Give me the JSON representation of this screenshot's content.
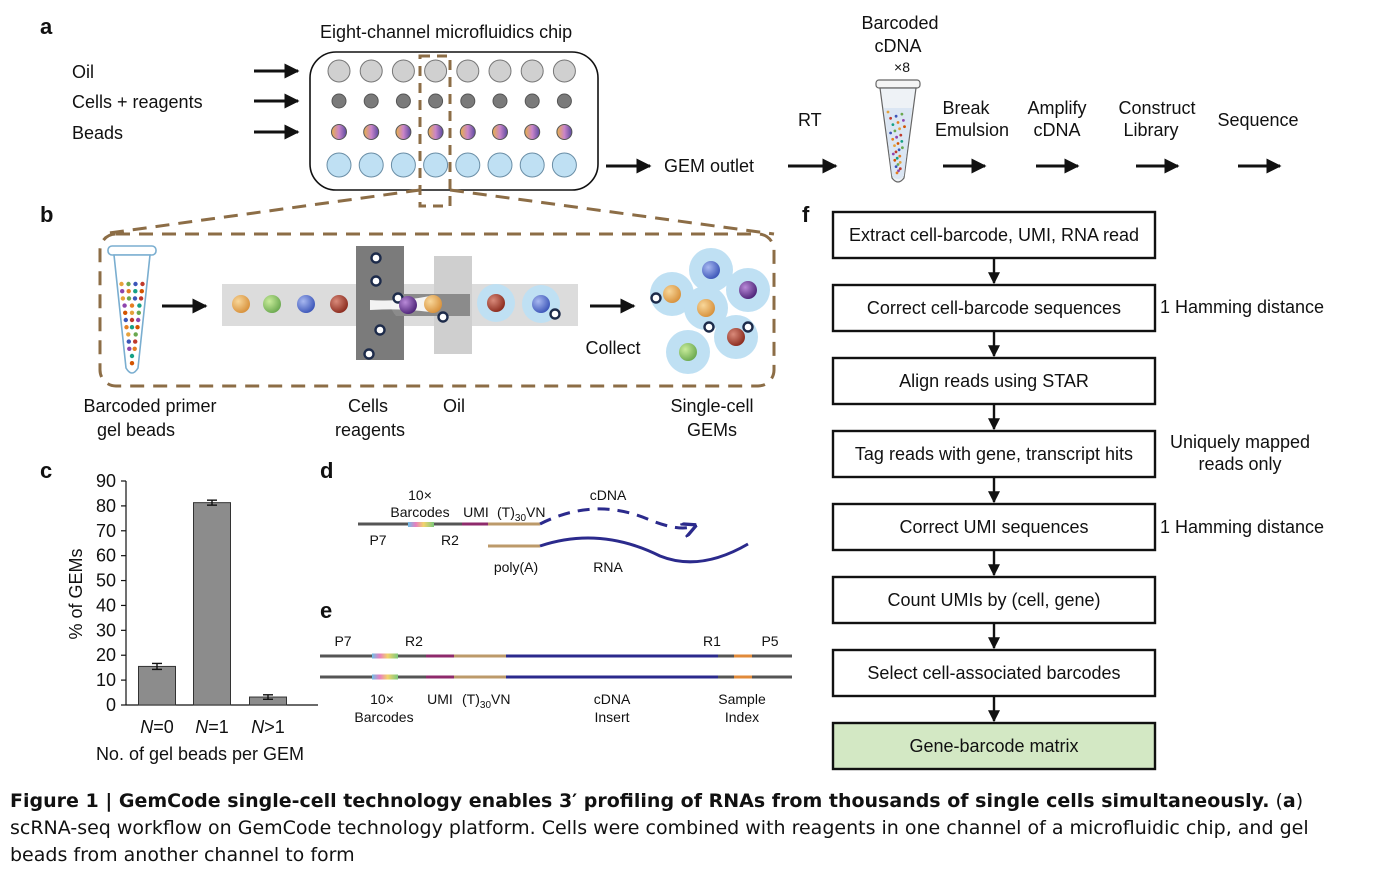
{
  "panels": {
    "a": "a",
    "b": "b",
    "c": "c",
    "d": "d",
    "e": "e",
    "f": "f"
  },
  "panel_a": {
    "chip_title": "Eight-channel microfluidics chip",
    "inputs": [
      "Oil",
      "Cells + reagents",
      "Beads"
    ],
    "gem_outlet": "GEM outlet",
    "rt": "RT",
    "tube_label_1": "Barcoded",
    "tube_label_2": "cDNA",
    "tube_label_3": "×8",
    "steps": [
      {
        "l1": "Break",
        "l2": "Emulsion"
      },
      {
        "l1": "Amplify",
        "l2": "cDNA"
      },
      {
        "l1": "Construct",
        "l2": "Library"
      },
      {
        "l1": "Sequence",
        "l2": ""
      }
    ],
    "colors": {
      "brown_dash": "#8c6d46",
      "oil_circle": "#d0d0d0",
      "cell_dot": "#7a7a7a",
      "gem_circle": "#bfe0f3"
    }
  },
  "panel_b": {
    "bead_tube_1": "Barcoded primer",
    "bead_tube_2": "gel beads",
    "cells_1": "Cells",
    "cells_2": "reagents",
    "oil": "Oil",
    "collect": "Collect",
    "gems_1": "Single-cell",
    "gems_2": "GEMs"
  },
  "chart_data": {
    "type": "bar",
    "categories": [
      "N=0",
      "N=1",
      "N>1"
    ],
    "values": [
      15.5,
      81.3,
      3.2
    ],
    "errors": [
      1.2,
      1.0,
      0.9
    ],
    "ylabel": "% of GEMs",
    "xlabel": "No. of gel beads per GEM",
    "ylim": [
      0,
      90
    ],
    "yticks": [
      0,
      10,
      20,
      30,
      40,
      50,
      60,
      70,
      80,
      90
    ],
    "bar_color": "#8c8c8c"
  },
  "cat_labels": [
    {
      "n": "N",
      "rest": "=0"
    },
    {
      "n": "N",
      "rest": "=1"
    },
    {
      "n": "N",
      "rest": ">1"
    }
  ],
  "panel_d": {
    "tenx": "10×",
    "barcodes": "Barcodes",
    "umi": "UMI",
    "t30": "(T)",
    "t30_sub": "30",
    "t30_end": "VN",
    "cdna": "cDNA",
    "p7": "P7",
    "r2": "R2",
    "polya": "poly(A)",
    "rna": "RNA"
  },
  "panel_e": {
    "p7": "P7",
    "r2": "R2",
    "r1": "R1",
    "p5": "P5",
    "tenx": "10×",
    "barcodes": "Barcodes",
    "umi": "UMI",
    "t30": "(T)",
    "t30_sub": "30",
    "t30_end": "VN",
    "cdna": "cDNA",
    "insert": "Insert",
    "sample": "Sample",
    "index": "Index"
  },
  "panel_f": {
    "boxes": [
      "Extract cell-barcode, UMI, RNA read",
      "Correct cell-barcode sequences",
      "Align reads using STAR",
      "Tag reads with gene, transcript hits",
      "Correct UMI sequences",
      "Count UMIs by (cell, gene)",
      "Select cell-associated barcodes",
      "Gene-barcode matrix"
    ],
    "note_hamming_1": "1 Hamming distance",
    "note_unique_1": "Uniquely mapped",
    "note_unique_2": "reads only",
    "note_hamming_2": "1 Hamming distance",
    "final_box_color": "#d3e8c4"
  },
  "caption": {
    "bold": "Figure 1 | GemCode single-cell technology enables 3′ profiling of RNAs from thousands of single cells simultaneously.",
    "paren_open": " (",
    "a": "a",
    "rest": ") scRNA-seq workflow on GemCode technology platform. Cells were combined with reagents in one channel of a microfluidic chip, and gel beads from another channel to form"
  }
}
